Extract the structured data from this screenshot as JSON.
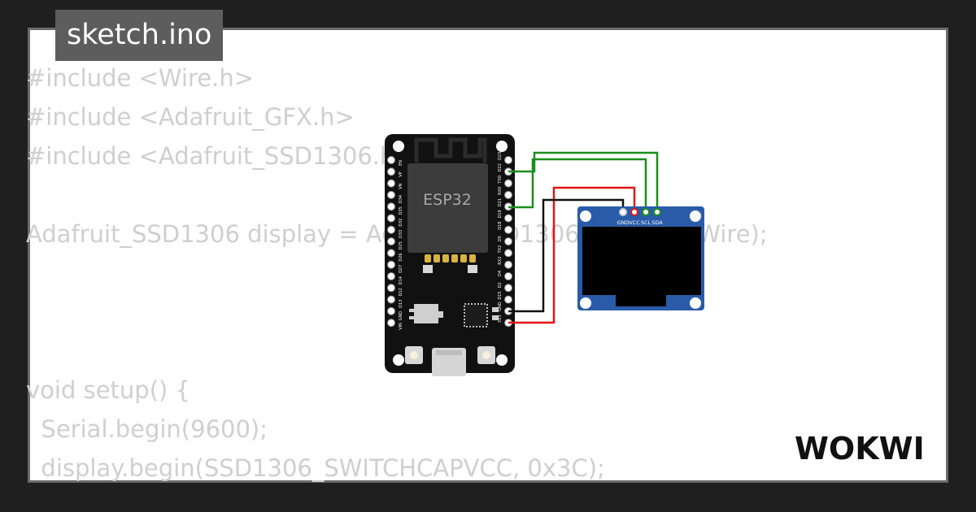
{
  "tab": {
    "title": "sketch.ino"
  },
  "code": {
    "lines": [
      "#include <Wire.h>",
      "#include <Adafruit_GFX.h>",
      "#include <Adafruit_SSD1306.h>",
      "",
      "Adafruit_SSD1306 display = Adafruit_SSD1306(128,64,&Wire);",
      "",
      "",
      "",
      "void setup() {",
      "  Serial.begin(9600);",
      "  display.begin(SSD1306_SWITCHCAPVCC, 0x3C);"
    ]
  },
  "esp32": {
    "chip_label": "ESP32",
    "left_pins": [
      "EN",
      "VP",
      "VN",
      "D34",
      "D35",
      "D32",
      "D33",
      "D25",
      "D26",
      "D27",
      "D14",
      "D12",
      "D13",
      "GND",
      "VIN"
    ],
    "right_pins": [
      "D23",
      "D22",
      "TX0",
      "RX0",
      "D21",
      "D19",
      "D18",
      "D5",
      "TX2",
      "RX2",
      "D4",
      "D2",
      "D15",
      "GND",
      "3V3"
    ]
  },
  "oled": {
    "pins": [
      "GND",
      "VCC",
      "SCL",
      "SDA"
    ]
  },
  "wires": {
    "scl_color": "#1a8f1a",
    "sda_color": "#1a8f1a",
    "vcc_color": "#e31414",
    "gnd_color": "#111111"
  },
  "brand": {
    "logo": "WOKWI"
  },
  "colors": {
    "board": "#111111",
    "module": "#2a5ba8",
    "screen": "#000000",
    "code_text": "#cfcfcf"
  }
}
